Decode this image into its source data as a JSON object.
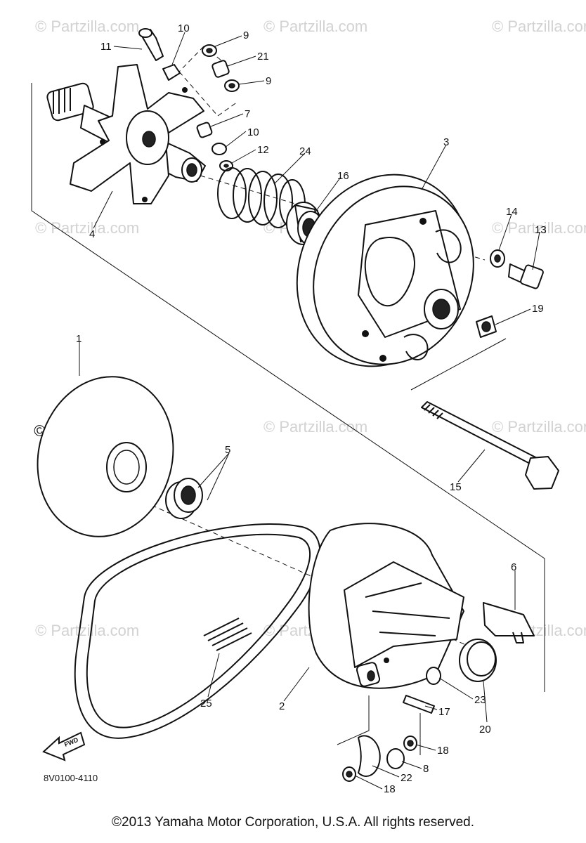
{
  "watermark": {
    "text": "© Partzilla.com"
  },
  "callouts": [
    {
      "id": "c1",
      "label": "1"
    },
    {
      "id": "c2",
      "label": "2"
    },
    {
      "id": "c3",
      "label": "3"
    },
    {
      "id": "c4",
      "label": "4"
    },
    {
      "id": "c5",
      "label": "5"
    },
    {
      "id": "c6",
      "label": "6"
    },
    {
      "id": "c7",
      "label": "7"
    },
    {
      "id": "c8",
      "label": "8"
    },
    {
      "id": "c9a",
      "label": "9"
    },
    {
      "id": "c9b",
      "label": "9"
    },
    {
      "id": "c10a",
      "label": "10"
    },
    {
      "id": "c10b",
      "label": "10"
    },
    {
      "id": "c11",
      "label": "11"
    },
    {
      "id": "c12",
      "label": "12"
    },
    {
      "id": "c13",
      "label": "13"
    },
    {
      "id": "c14",
      "label": "14"
    },
    {
      "id": "c15",
      "label": "15"
    },
    {
      "id": "c16",
      "label": "16"
    },
    {
      "id": "c17",
      "label": "17"
    },
    {
      "id": "c18a",
      "label": "18"
    },
    {
      "id": "c18b",
      "label": "18"
    },
    {
      "id": "c19",
      "label": "19"
    },
    {
      "id": "c20",
      "label": "20"
    },
    {
      "id": "c21",
      "label": "21"
    },
    {
      "id": "c22",
      "label": "22"
    },
    {
      "id": "c23",
      "label": "23"
    },
    {
      "id": "c24",
      "label": "24"
    },
    {
      "id": "c25",
      "label": "25"
    }
  ],
  "fwd_label": "FWD",
  "diagram_code": "8V0100-4110",
  "copyright": "©2013 Yamaha Motor Corporation, U.S.A. All rights reserved."
}
